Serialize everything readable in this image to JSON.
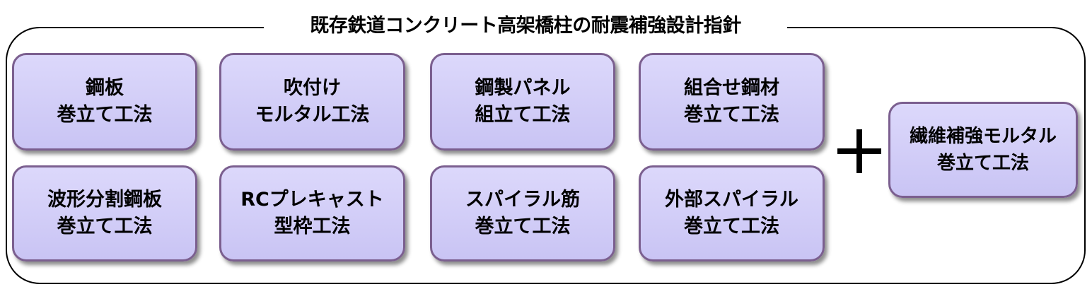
{
  "title": "既存鉄道コンクリート高架橋柱の耐震補強設計指針",
  "methods": [
    {
      "line1": "鋼板",
      "line2": "巻立て工法"
    },
    {
      "line1": "吹付け",
      "line2": "モルタル工法"
    },
    {
      "line1": "鋼製パネル",
      "line2": "組立て工法"
    },
    {
      "line1": "組合せ鋼材",
      "line2": "巻立て工法"
    },
    {
      "line1": "波形分割鋼板",
      "line2": "巻立て工法"
    },
    {
      "line1": "RCプレキャスト",
      "line2": "型枠工法"
    },
    {
      "line1": "スパイラル筋",
      "line2": "巻立て工法"
    },
    {
      "line1": "外部スパイラル",
      "line2": "巻立て工法"
    }
  ],
  "plus_symbol": "+",
  "additional_method": {
    "line1": "繊維補強モルタル",
    "line2": "巻立て工法"
  },
  "colors": {
    "box_fill_top": "#dcd8fb",
    "box_fill_bottom": "#c9c4f4",
    "box_border": "#7b5f8f",
    "frame_border": "#000000"
  }
}
